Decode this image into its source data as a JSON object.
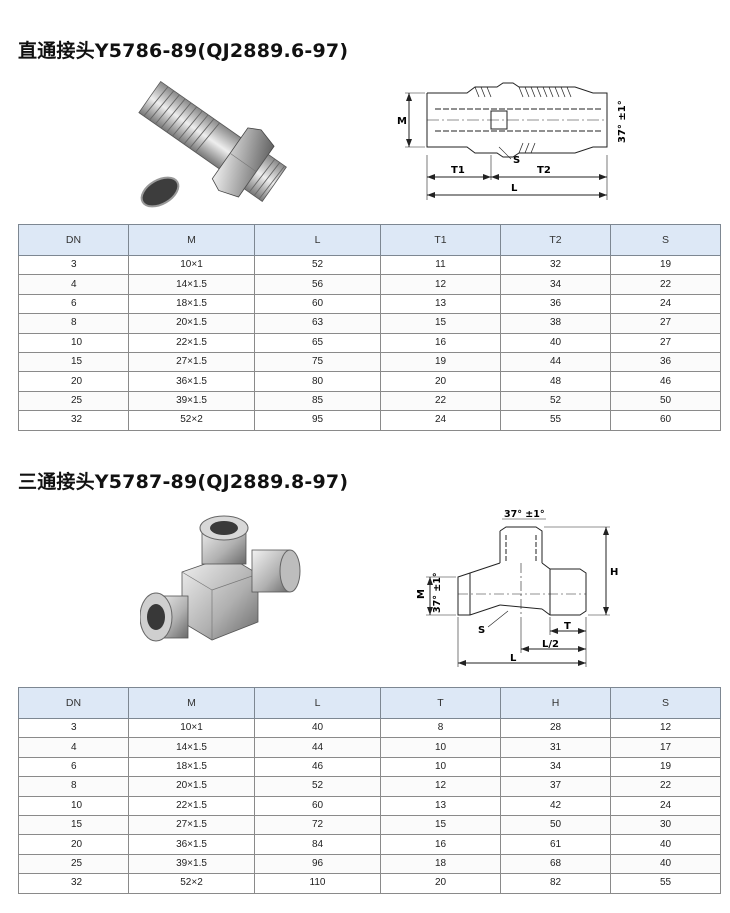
{
  "sections": [
    {
      "title": "直通接头Y5786-89(QJ2889.6-97)",
      "drawing_labels": {
        "M": "M",
        "angle": "37° ±1°",
        "T1": "T1",
        "T2": "T2",
        "L": "L",
        "S": "S"
      },
      "headers": [
        "DN",
        "M",
        "L",
        "T1",
        "T2",
        "S"
      ],
      "rows": [
        [
          "3",
          "10×1",
          "52",
          "11",
          "32",
          "19"
        ],
        [
          "4",
          "14×1.5",
          "56",
          "12",
          "34",
          "22"
        ],
        [
          "6",
          "18×1.5",
          "60",
          "13",
          "36",
          "24"
        ],
        [
          "8",
          "20×1.5",
          "63",
          "15",
          "38",
          "27"
        ],
        [
          "10",
          "22×1.5",
          "65",
          "16",
          "40",
          "27"
        ],
        [
          "15",
          "27×1.5",
          "75",
          "19",
          "44",
          "36"
        ],
        [
          "20",
          "36×1.5",
          "80",
          "20",
          "48",
          "46"
        ],
        [
          "25",
          "39×1.5",
          "85",
          "22",
          "52",
          "50"
        ],
        [
          "32",
          "52×2",
          "95",
          "24",
          "55",
          "60"
        ]
      ]
    },
    {
      "title": "三通接头Y5787-89(QJ2889.8-97)",
      "drawing_labels": {
        "angle_top": "37° ±1°",
        "angle_left": "37° ±1°",
        "M": "M",
        "H": "H",
        "T": "T",
        "L2": "L/2",
        "L": "L",
        "S": "S"
      },
      "headers": [
        "DN",
        "M",
        "L",
        "T",
        "H",
        "S"
      ],
      "rows": [
        [
          "3",
          "10×1",
          "40",
          "8",
          "28",
          "12"
        ],
        [
          "4",
          "14×1.5",
          "44",
          "10",
          "31",
          "17"
        ],
        [
          "6",
          "18×1.5",
          "46",
          "10",
          "34",
          "19"
        ],
        [
          "8",
          "20×1.5",
          "52",
          "12",
          "37",
          "22"
        ],
        [
          "10",
          "22×1.5",
          "60",
          "13",
          "42",
          "24"
        ],
        [
          "15",
          "27×1.5",
          "72",
          "15",
          "50",
          "30"
        ],
        [
          "20",
          "36×1.5",
          "84",
          "16",
          "61",
          "40"
        ],
        [
          "25",
          "39×1.5",
          "96",
          "18",
          "68",
          "40"
        ],
        [
          "32",
          "52×2",
          "110",
          "20",
          "82",
          "55"
        ]
      ]
    }
  ]
}
